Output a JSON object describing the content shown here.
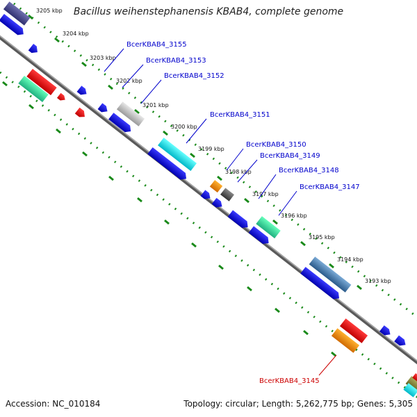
{
  "title": "Bacillus weihenstephanensis KBAB4, complete genome",
  "accession": {
    "label": "Accession:",
    "value": "NC_010184"
  },
  "topology": {
    "label": "Topology:",
    "value": "circular",
    "length_label": "Length:",
    "length_value": "5,262,775 bp",
    "genes_label": "Genes:",
    "genes_value": "5,305"
  },
  "scale": {
    "ticks": [
      "3205 kbp",
      "3204 kbp",
      "3203 kbp",
      "3202 kbp",
      "3201 kbp",
      "3200 kbp",
      "3199 kbp",
      "3198 kbp",
      "3197 kbp",
      "3196 kbp",
      "3195 kbp",
      "3194 kbp",
      "3193 kbp"
    ]
  },
  "genes": [
    {
      "label": "BcerKBAB4_3155",
      "color": "#0000cc"
    },
    {
      "label": "BcerKBAB4_3153",
      "color": "#0000cc"
    },
    {
      "label": "BcerKBAB4_3152",
      "color": "#0000cc"
    },
    {
      "label": "BcerKBAB4_3151",
      "color": "#0000cc"
    },
    {
      "label": "BcerKBAB4_3150",
      "color": "#0000cc"
    },
    {
      "label": "BcerKBAB4_3149",
      "color": "#0000cc"
    },
    {
      "label": "BcerKBAB4_3148",
      "color": "#0000cc"
    },
    {
      "label": "BcerKBAB4_3147",
      "color": "#0000cc"
    },
    {
      "label": "BcerKBAB4_3145",
      "color": "#cc0000"
    }
  ],
  "colors": {
    "backbone": "#777777",
    "dotted_track": "#228822",
    "forward_strand": "#0000dd",
    "reverse_strand": "#dd0000"
  }
}
